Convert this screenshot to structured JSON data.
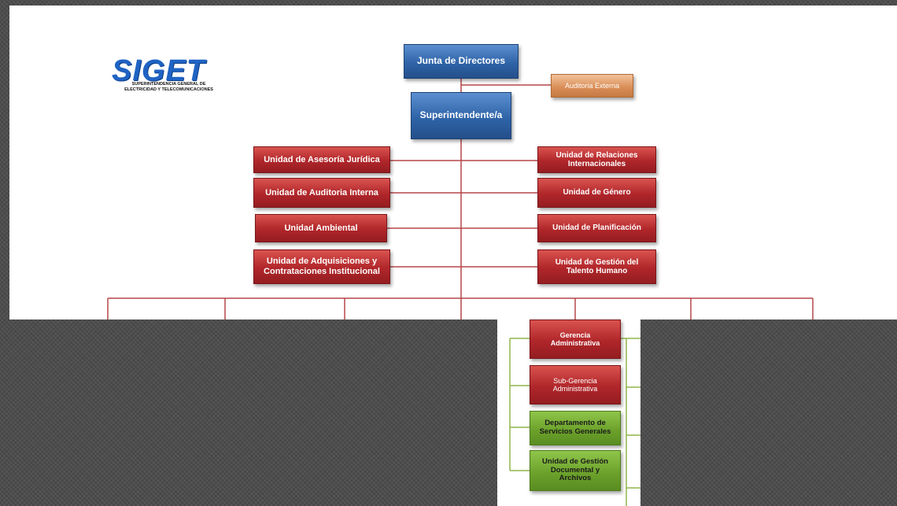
{
  "logo": {
    "name": "SIGET",
    "tagline_1": "SUPERINTENDENCIA GENERAL DE",
    "tagline_2": "ELECTRICIDAD Y TELECOMUNICACIONES"
  },
  "chart": {
    "board": "Junta de Directores",
    "external_audit": "Auditoria Externa",
    "superintendent": "Superintendente/a",
    "left_units": [
      "Unidad de Asesoría Jurídica",
      "Unidad de Auditoria Interna",
      "Unidad Ambiental",
      "Unidad de Adquisiciones y Contrataciones Institucional"
    ],
    "right_units": [
      "Unidad de Relaciones Internacionales",
      "Unidad de Género",
      "Unidad de Planificación",
      "Unidad de Gestión del Talento Humano"
    ]
  },
  "detail": {
    "management": "Gerencia Administrativa",
    "sub_management": "Sub-Gerencia Administrativa",
    "general_services": "Departamento de Servicios Generales",
    "document_management": "Unidad de Gestión Documental y Archivos"
  },
  "colors": {
    "blue_box": "#2f64a8",
    "red_box": "#b0262a",
    "orange_box": "#d98c55",
    "green_box": "#6aa02a",
    "connector_red": "#b5474a",
    "connector_green": "#8fb54a"
  }
}
